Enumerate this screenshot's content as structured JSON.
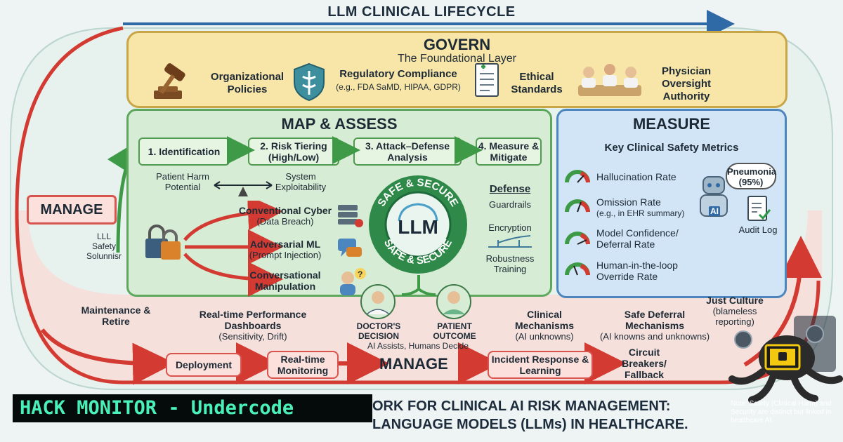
{
  "lifecycle_title": "LLM CLINICAL LIFECYCLE",
  "govern": {
    "title": "GOVERN",
    "subtitle": "The Foundational Layer",
    "items": [
      {
        "label": "Organizational Policies",
        "sub": ""
      },
      {
        "label": "Regulatory Compliance",
        "sub": "(e.g., FDA SaMD, HIPAA, GDPR)"
      },
      {
        "label": "Ethical Standards",
        "sub": ""
      },
      {
        "label": "Physician Oversight Authority",
        "sub": ""
      }
    ]
  },
  "map": {
    "title": "MAP & ASSESS",
    "steps": [
      "1. Identification",
      "2. Risk Tiering (High/Low)",
      "3. Attack–Defense Analysis",
      "4. Measure & Mitigate"
    ],
    "balance_left": "Patient Harm Potential",
    "balance_right": "System Exploitability",
    "threats": [
      {
        "title": "Conventional Cyber",
        "sub": "(Data Breach)"
      },
      {
        "title": "Adversarial ML",
        "sub": "(Prompt Injection)"
      },
      {
        "title": "Conversational Manipulation",
        "sub": ""
      }
    ],
    "lock_caption": "LLL Safety Solunnisr",
    "defense": {
      "title": "Defense",
      "items": [
        "Guardrails",
        "Encryption",
        "Robustness Training"
      ]
    }
  },
  "llm_badge": {
    "center": "LLM",
    "ring_top": "SAFE & SECURE",
    "ring_bottom": "SAFE & SECURE"
  },
  "measure": {
    "title": "MEASURE",
    "subtitle": "Key Clinical Safety Metrics",
    "metrics": [
      {
        "label": "Hallucination Rate",
        "sub": ""
      },
      {
        "label": "Omission Rate",
        "sub": "(e.g., in EHR summary)"
      },
      {
        "label": "Model Confidence/ Deferral Rate",
        "sub": ""
      },
      {
        "label": "Human-in-the-loop Override Rate",
        "sub": ""
      }
    ],
    "bubble": "Pneumonia (95%)",
    "ai_label": "AI",
    "audit_log": "Audit Log"
  },
  "manage": {
    "left_label": "MANAGE",
    "center_label": "MANAGE",
    "maintenance": "Maintenance & Retire",
    "dashboards_title": "Real-time Performance Dashboards",
    "dashboards_sub": "(Sensitivity, Drift)",
    "doctor": "DOCTOR'S DECISION",
    "patient": "PATIENT OUTCOME",
    "assist": "AI Assists, Humans Decide",
    "clinical_title": "Clinical Mechanisms",
    "clinical_sub": "(AI unknowns)",
    "deferral_title": "Safe Deferral Mechanisms",
    "deferral_sub": "(AI knowns and unknowns)",
    "just_title": "Just Culture",
    "just_sub": "(blameless reporting)",
    "flow": [
      "Deployment",
      "Real-time Monitoring",
      "Incident Response & Learning",
      "Circuit Breakers/ Fallback"
    ]
  },
  "footer": {
    "line1": "ORK FOR CLINICAL AI RISK MANAGEMENT:",
    "line2": "LANGUAGE MODELS (LLMs) IN HEALTHCARE."
  },
  "watermark": "HACK MONITOR - Undercode",
  "note": "Note: Safety (Clinical Harm) and Security are distinct but linked in healthcare AI."
}
